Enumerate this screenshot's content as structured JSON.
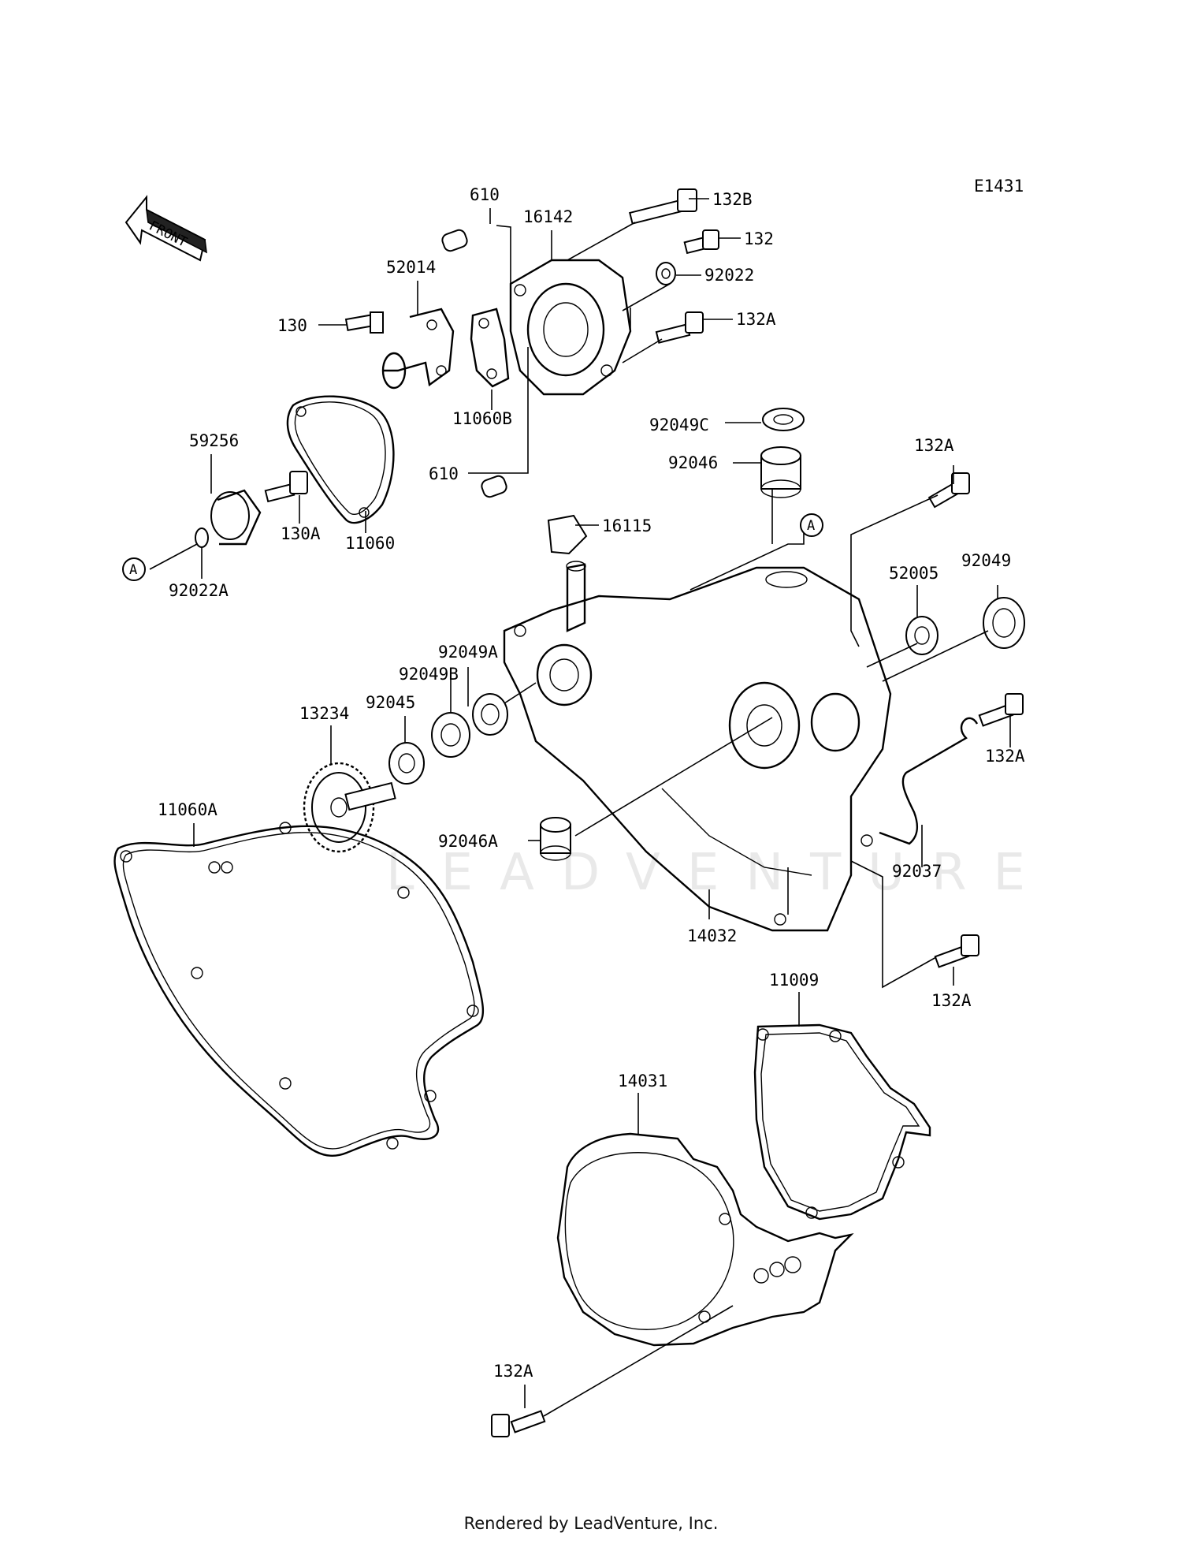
{
  "diagram": {
    "code": "E1431",
    "front_label": "FRONT",
    "callout_letter": "A",
    "watermark": "LEADVENTURE",
    "parts": [
      {
        "id": "610",
        "label": "610"
      },
      {
        "id": "16142",
        "label": "16142"
      },
      {
        "id": "132B",
        "label": "132B"
      },
      {
        "id": "132",
        "label": "132"
      },
      {
        "id": "92022",
        "label": "92022"
      },
      {
        "id": "52014",
        "label": "52014"
      },
      {
        "id": "130",
        "label": "130"
      },
      {
        "id": "132A",
        "label": "132A"
      },
      {
        "id": "11060B",
        "label": "11060B"
      },
      {
        "id": "92049C",
        "label": "92049C"
      },
      {
        "id": "610b",
        "label": "610"
      },
      {
        "id": "92046",
        "label": "92046"
      },
      {
        "id": "132A_2",
        "label": "132A"
      },
      {
        "id": "59256",
        "label": "59256"
      },
      {
        "id": "130A",
        "label": "130A"
      },
      {
        "id": "11060",
        "label": "11060"
      },
      {
        "id": "16115",
        "label": "16115"
      },
      {
        "id": "92022A",
        "label": "92022A"
      },
      {
        "id": "52005",
        "label": "52005"
      },
      {
        "id": "92049",
        "label": "92049"
      },
      {
        "id": "92049A",
        "label": "92049A"
      },
      {
        "id": "92049B",
        "label": "92049B"
      },
      {
        "id": "92045",
        "label": "92045"
      },
      {
        "id": "13234",
        "label": "13234"
      },
      {
        "id": "132A_3",
        "label": "132A"
      },
      {
        "id": "11060A",
        "label": "11060A"
      },
      {
        "id": "92046A",
        "label": "92046A"
      },
      {
        "id": "92037",
        "label": "92037"
      },
      {
        "id": "14032",
        "label": "14032"
      },
      {
        "id": "11009",
        "label": "11009"
      },
      {
        "id": "132A_4",
        "label": "132A"
      },
      {
        "id": "14031",
        "label": "14031"
      },
      {
        "id": "132A_5",
        "label": "132A"
      }
    ]
  },
  "footer": {
    "credit": "Rendered by LeadVenture, Inc."
  }
}
